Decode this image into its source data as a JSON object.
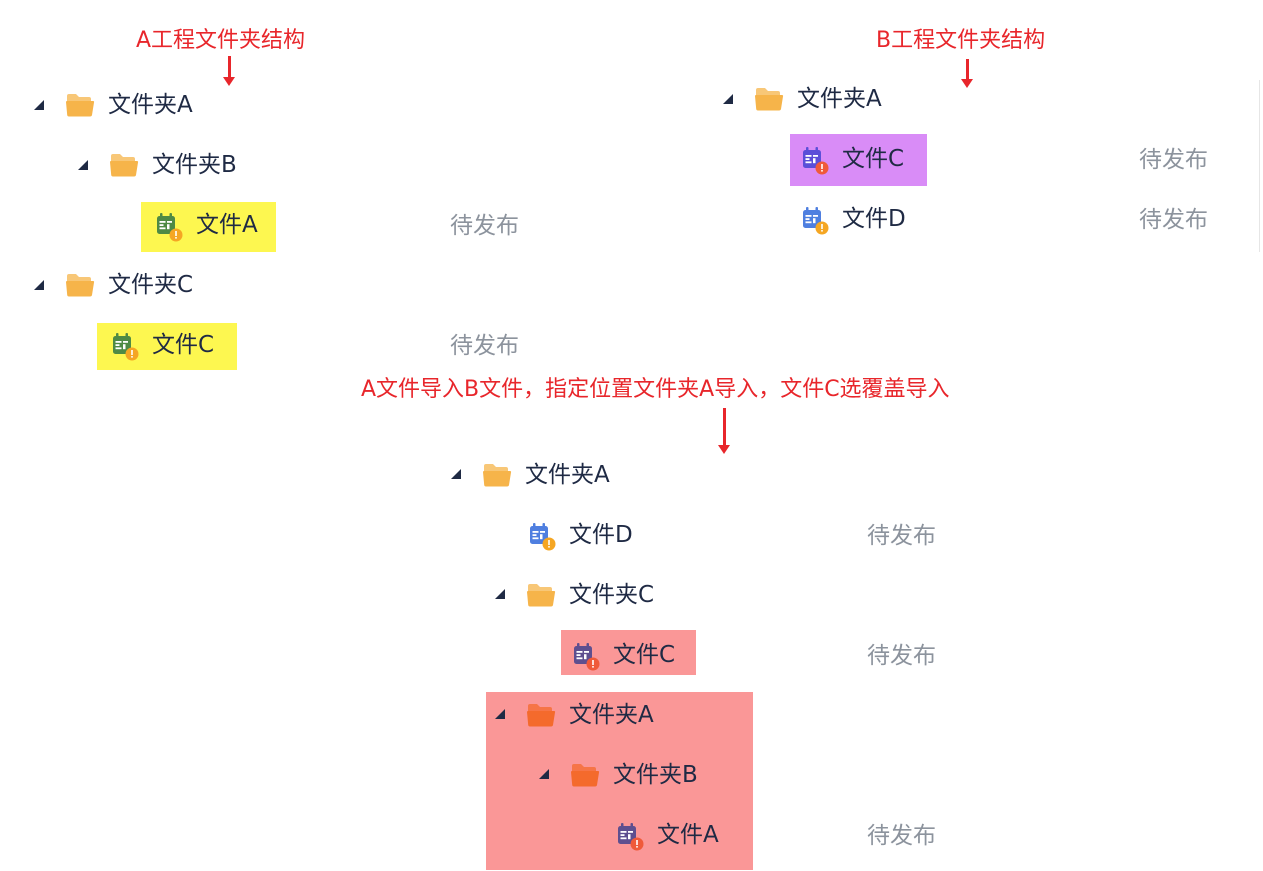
{
  "annotations": {
    "a_title": "A工程文件夹结构",
    "b_title": "B工程文件夹结构",
    "import_note": "A文件导入B文件，指定位置文件夹A导入，文件C选覆盖导入"
  },
  "tree_a": {
    "folder_a": "文件夹A",
    "folder_b": "文件夹B",
    "file_a": "文件A",
    "file_a_status": "待发布",
    "folder_c": "文件夹C",
    "file_c": "文件C",
    "file_c_status": "待发布"
  },
  "tree_b": {
    "folder_a": "文件夹A",
    "file_c": "文件C",
    "file_c_status": "待发布",
    "file_d": "文件D",
    "file_d_status": "待发布"
  },
  "tree_result": {
    "folder_a": "文件夹A",
    "file_d": "文件D",
    "file_d_status": "待发布",
    "folder_c": "文件夹C",
    "file_c": "文件C",
    "file_c_status": "待发布",
    "imported_folder_a": "文件夹A",
    "imported_folder_b": "文件夹B",
    "imported_file_a": "文件A",
    "imported_file_a_status": "待发布"
  },
  "colors": {
    "annotation_red": "#e8262b",
    "highlight_yellow": "#fdf750",
    "highlight_purple": "#d98cf7",
    "highlight_pink": "#fa9797",
    "folder_orange": "#f6b44a",
    "folder_red_orange": "#f46a2c",
    "file_green": "#4f8a45",
    "file_purple": "#5b4fd8",
    "file_blue": "#4f7fe0",
    "file_dark_purple": "#5e4f8f",
    "status_gray": "#8c939d",
    "text_navy": "#1f2a44"
  },
  "icons": [
    "caret-down-icon",
    "folder-icon",
    "file-icon",
    "warning-badge-icon"
  ]
}
